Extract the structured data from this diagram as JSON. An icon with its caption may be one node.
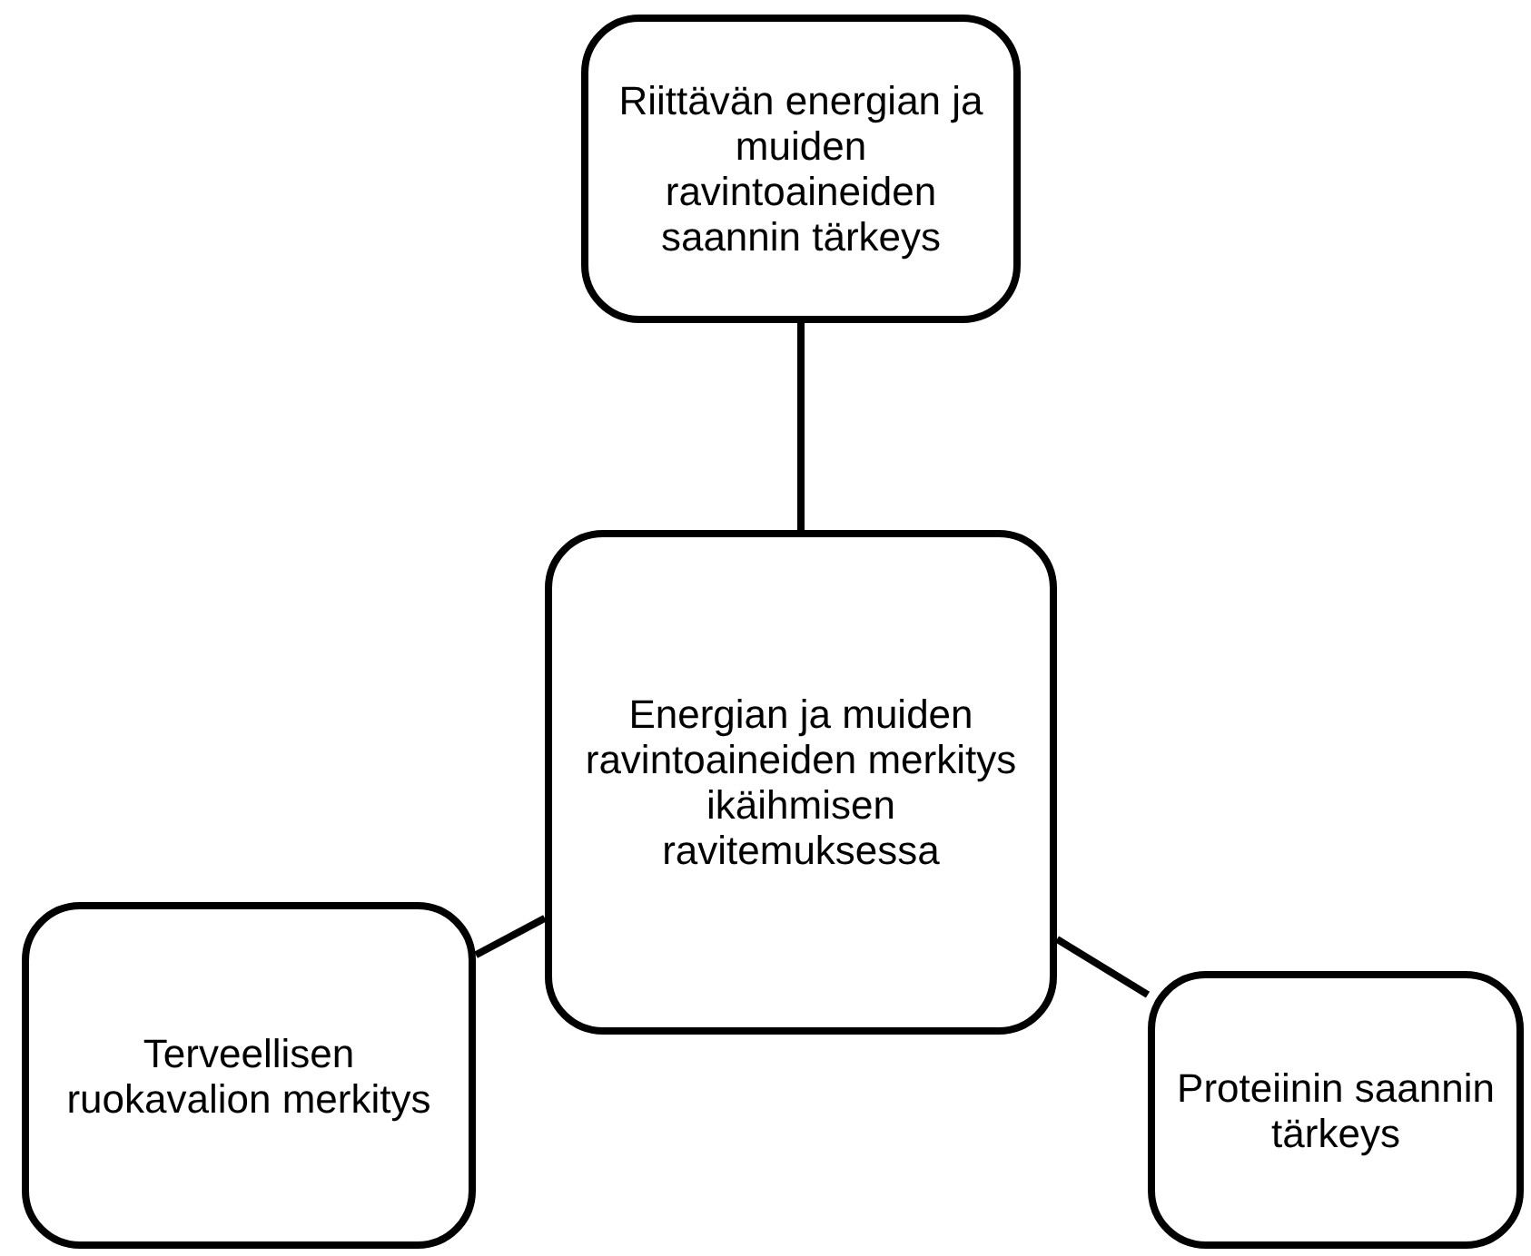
{
  "diagram": {
    "nodes": [
      {
        "text": [
          "Riittävän energian ja muiden ravintoaineiden saannin tärkeys"
        ]
      },
      {
        "text": [
          "Energian ja muiden ravintoaineiden merkitys ikäihmisen ravitemuksessa"
        ]
      },
      {
        "text": [
          "Terveellisen ruokavalion merkitys"
        ]
      },
      {
        "text": [
          "Proteiinin saannin tärkeys"
        ]
      }
    ],
    "edges": [
      {
        "from": 0,
        "to": 1,
        "arrow": "none"
      },
      {
        "from": 1,
        "to": 2,
        "arrow": "none"
      },
      {
        "from": 1,
        "to": 3,
        "arrow": "none"
      }
    ]
  }
}
